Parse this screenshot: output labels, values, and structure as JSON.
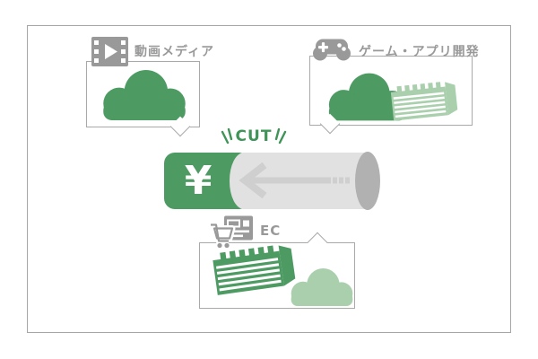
{
  "diagram_title": "cost-cut infographic",
  "bubbles": [
    {
      "label": "動画メディア",
      "icon": "film-icon",
      "art": [
        "cloud-dark"
      ]
    },
    {
      "label": "ゲーム・アプリ開発",
      "icon": "gamepad-icon",
      "art": [
        "cloud-dark",
        "server-light"
      ]
    },
    {
      "label": "EC",
      "icon": "cart-browser-icon",
      "art": [
        "server-dark",
        "cloud-light"
      ]
    }
  ],
  "center": {
    "cut_label": "CUT",
    "currency_symbol": "¥",
    "arrow_direction": "left"
  },
  "colors": {
    "green_dark": "#4d9a63",
    "green_light": "#a9cfad",
    "icon_gray": "#999999",
    "border_gray": "#a9a9a9",
    "cylinder_body": "#e1e1e1",
    "cylinder_cap": "#b1b1b1",
    "arrow_gray": "#cfcfcf",
    "cut_green": "#3f9457",
    "background": "#ffffff"
  }
}
